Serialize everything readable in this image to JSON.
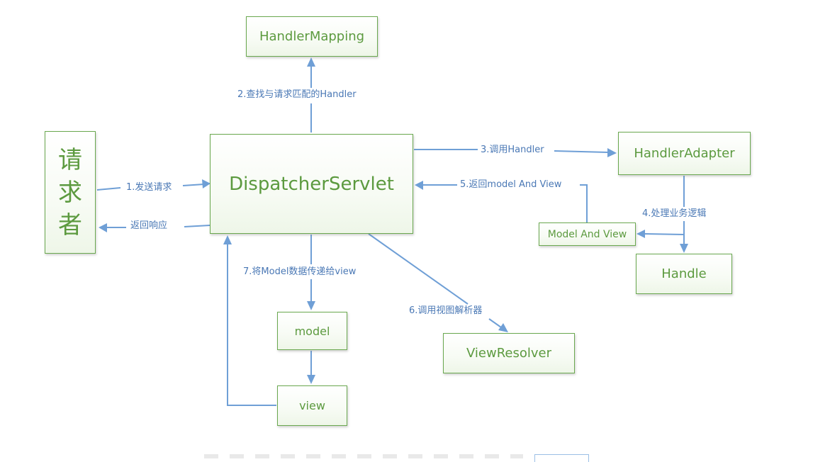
{
  "nodes": {
    "handler_mapping": "HandlerMapping",
    "requester": "请求者",
    "dispatcher_servlet": "DispatcherServlet",
    "handler_adapter": "HandlerAdapter",
    "model_and_view": "Model And View",
    "handle": "Handle",
    "view_resolver": "ViewResolver",
    "model": "model",
    "view": "view"
  },
  "edges": {
    "send_request": "1.发送请求",
    "return_response": "返回响应",
    "find_handler": "2.查找与请求匹配的Handler",
    "call_handler": "3.调用Handler",
    "process_logic": "4.处理业务逻辑",
    "return_mav": "5.返回model And View",
    "call_view_resolver": "6.调用视图解析器",
    "pass_model": "7.将Model数据传递给view"
  },
  "colors": {
    "box_border": "#6aa84f",
    "box_text": "#5c9a3f",
    "arrow": "#6f9fd6",
    "label_text": "#4a78b5"
  }
}
